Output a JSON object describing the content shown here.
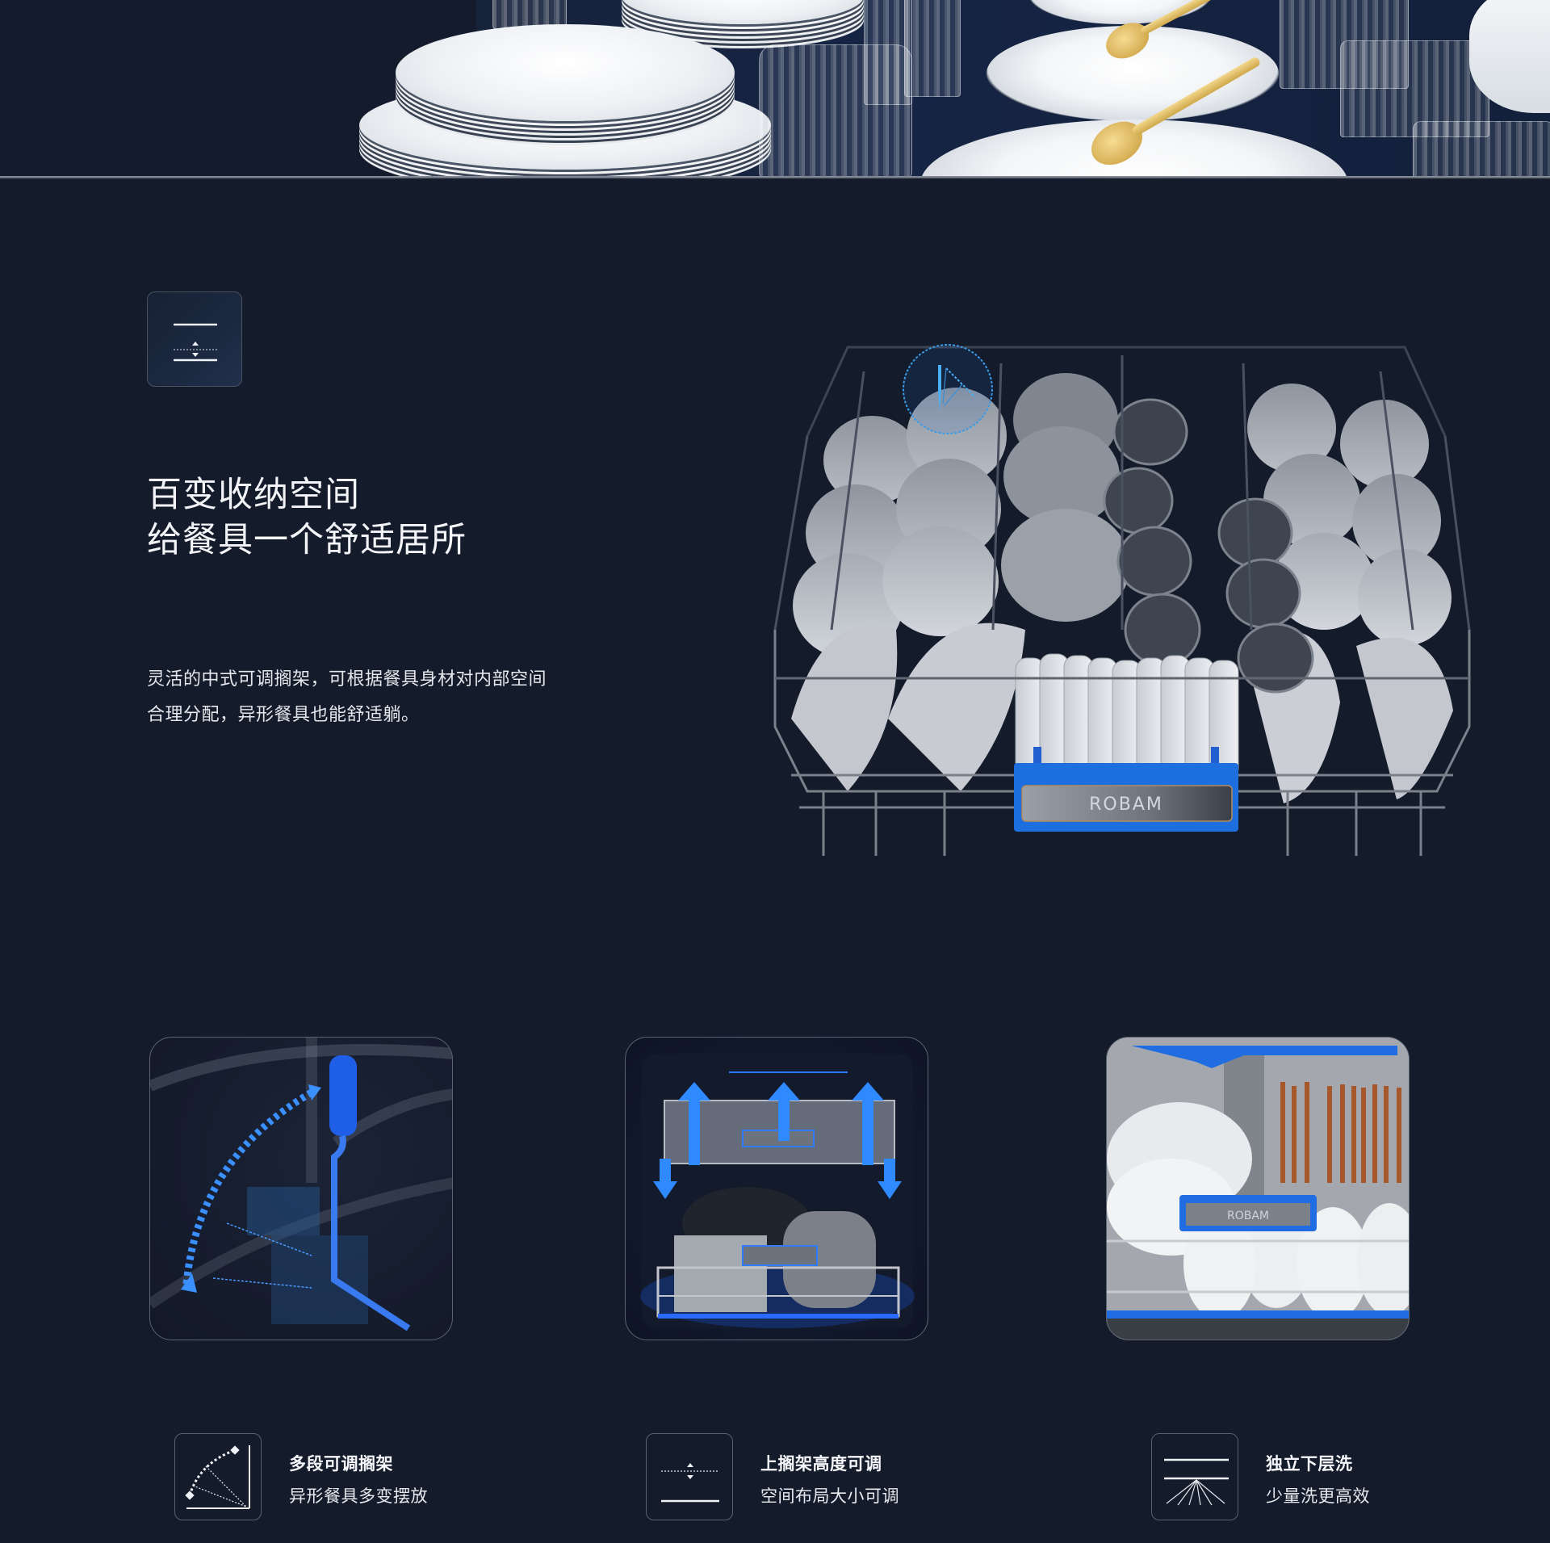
{
  "hero": {
    "image_description": "Stacked white plates, bowls, crystal glasses and gold spoons on a navy tablecloth"
  },
  "feature": {
    "icon": "adjustable-rack-height-icon",
    "headline": [
      "百变收纳空间",
      "给餐具一个舒适居所"
    ],
    "body": [
      "灵活的中式可调搁架，可根据餐具身材对内部空间",
      "合理分配，异形餐具也能舒适躺。"
    ],
    "rack_image": {
      "brand_plate": "ROBAM",
      "callout_icon": "tilt-adjust-icon"
    }
  },
  "cards": [
    {
      "name": "tilt-lever-closeup",
      "description": "Blue adjustable lever with curved dotted arrow"
    },
    {
      "name": "upper-rack-lift",
      "description": "Upper rack raised with blue up/down arrows above pots in lower rack",
      "brand_plate": "ROBAM"
    },
    {
      "name": "lower-rack-wash",
      "description": "Lower rack with plates, bowls and chopsticks",
      "brand_plate": "ROBAM"
    }
  ],
  "mini_features": [
    {
      "icon": "multi-angle-rack-icon",
      "title": "多段可调搁架",
      "subtitle": "异形餐具多变摆放"
    },
    {
      "icon": "rack-height-adjust-icon",
      "title": "上搁架高度可调",
      "subtitle": "空间布局大小可调"
    },
    {
      "icon": "lower-spray-wash-icon",
      "title": "独立下层洗",
      "subtitle": "少量洗更高效"
    }
  ],
  "colors": {
    "background": "#141b2a",
    "accent_blue": "#1f6fe0",
    "text_primary": "#f2f4f7",
    "card_border": "#5c6474",
    "gold": "#d5ad52"
  }
}
